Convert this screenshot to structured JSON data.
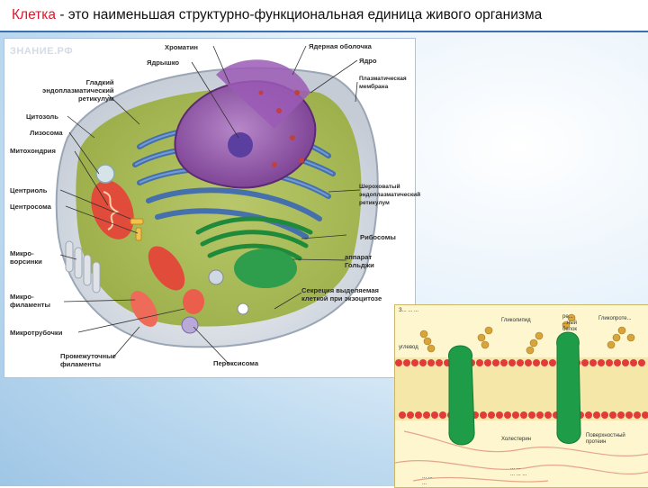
{
  "title": {
    "keyword": "Клетка",
    "rest": " - это наименьшая структурно-функциональная единица живого организма"
  },
  "cell_diagram": {
    "watermark": "ЗНАНИЕ.РФ",
    "labels_left": {
      "smooth_er": "Гладкий\nэндоплазматический\nретикулум",
      "cytosol": "Цитозоль",
      "lysosome": "Лизосома",
      "mitochondria": "Митохондрия",
      "centriole": "Центриоль",
      "centrosome": "Центросома",
      "microvilli": "Микро-\nворсинки",
      "microfilaments": "Микро-\nфиламенты",
      "microtubules": "Микротрубочки",
      "intermediate_filaments": "Промежуточные\nфиламенты"
    },
    "labels_top": {
      "chromatin": "Хроматин",
      "nucleolus": "Ядрышко",
      "nuclear_envelope": "Ядерная оболочка",
      "nucleus": "Ядро"
    },
    "labels_right": {
      "plasma_membrane": "Плазматическая\nмембрана",
      "rough_er": "Шероховатый\nэндоплазматический\nретикулум",
      "ribosomes": "Рибосомы",
      "golgi": "аппарат\nГольджи",
      "secretion": "Секреция выделяемая\nклеткой при экзоцитозе"
    },
    "labels_bottom": {
      "peroxisome": "Пероксисома"
    }
  },
  "membrane_diagram": {
    "labels": {
      "tl": "З... ... ...",
      "glycolipid": "Гликолипид",
      "glycoprotein": "Гликопроте...",
      "integral": "ре...\n...ный\nбелок",
      "left": "углевод",
      "bottom_mid": "Холестерин",
      "bottom_right": "Поверхностный\nпротеин",
      "bottom_c": "... ...\n... ... ...",
      "bottom_l": "... ...\n..."
    }
  }
}
